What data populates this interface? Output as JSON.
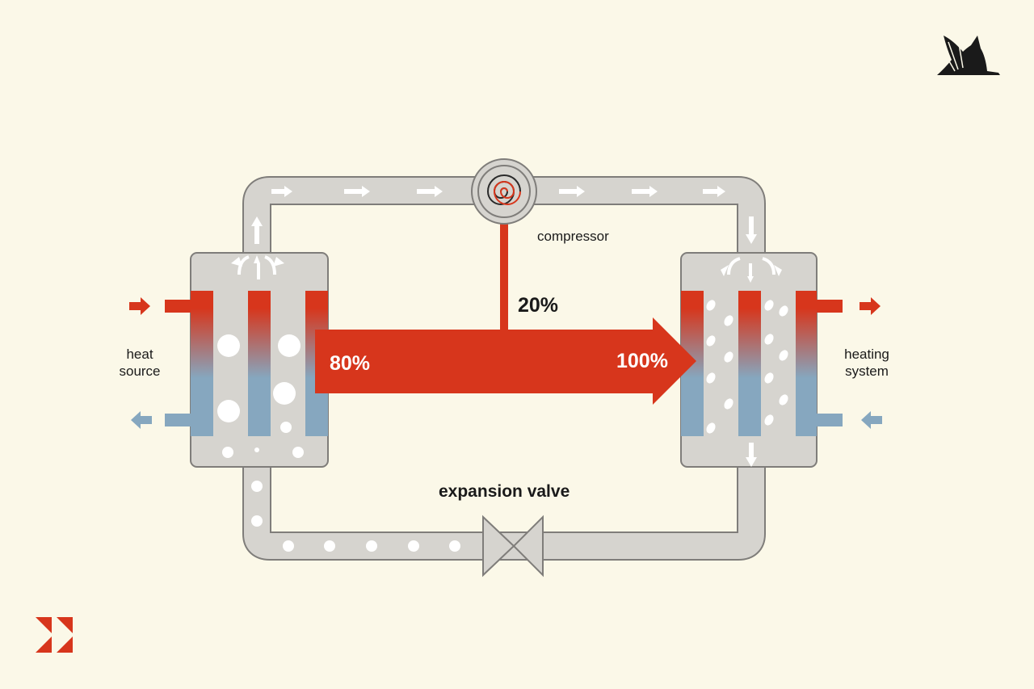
{
  "labels": {
    "compressor": "compressor",
    "expansion_valve": "expansion valve",
    "heat_source_line1": "heat",
    "heat_source_line2": "source",
    "heating_system_line1": "heating",
    "heating_system_line2": "system"
  },
  "energy": {
    "from_source": "80%",
    "from_compressor": "20%",
    "to_heating": "100%"
  },
  "colors": {
    "background": "#fbf8e8",
    "pipe": "#d6d4cf",
    "pipe_outline": "#7f7d7a",
    "hot": "#d7361c",
    "cold": "#86a7bf",
    "bubble": "#ffffff",
    "ink": "#1a1a1a"
  },
  "icons": {
    "top_right_logo": "bird-wing-logo",
    "bottom_left_logo": "triangles-logo",
    "compressor": "scroll-compressor-icon",
    "valve": "expansion-valve-icon"
  }
}
